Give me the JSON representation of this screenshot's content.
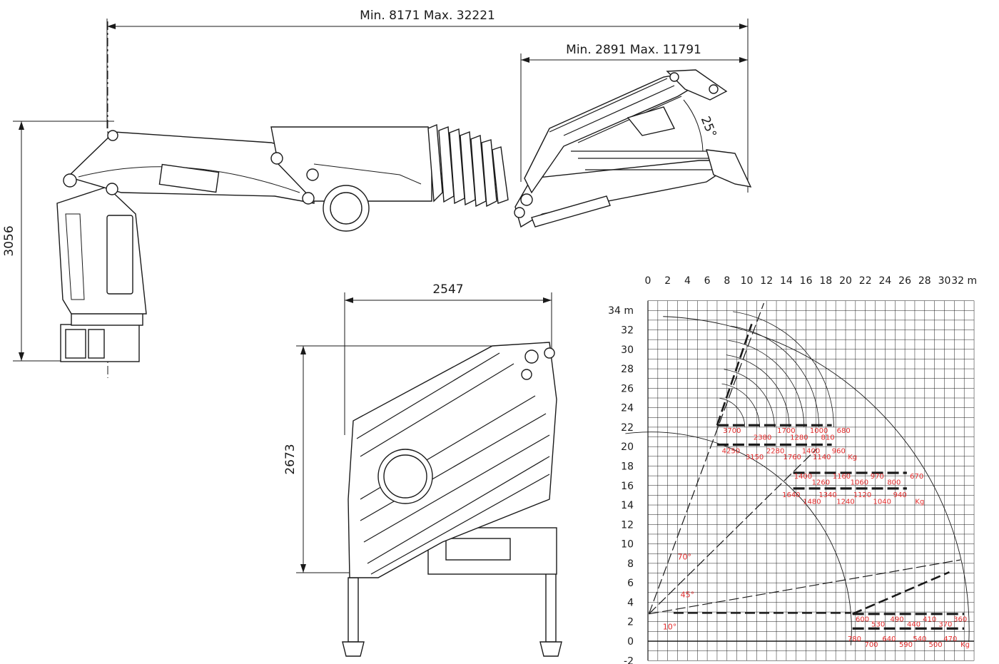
{
  "dimensions": {
    "overall_reach": "Min. 8171  Max. 32221",
    "jib_reach": "Min. 2891  Max. 11791",
    "column_height": "3056",
    "base_width": "2547",
    "folded_height": "2673",
    "jib_angle": "25°"
  },
  "chart_data": {
    "type": "load_chart",
    "x_ticks": [
      "0",
      "2",
      "4",
      "6",
      "8",
      "10",
      "12",
      "14",
      "16",
      "18",
      "20",
      "22",
      "24",
      "26",
      "28",
      "30",
      "32 m"
    ],
    "y_ticks": [
      "34 m",
      "32",
      "30",
      "28",
      "26",
      "24",
      "22",
      "20",
      "18",
      "16",
      "14",
      "12",
      "10",
      "8",
      "6",
      "4",
      "2",
      "0",
      "-2"
    ],
    "angles": [
      "70°",
      "45°",
      "10°"
    ],
    "load_rows": [
      {
        "values": [
          "3700",
          "1700",
          "1000",
          "680"
        ],
        "x": [
          8.5,
          14.0,
          17.3,
          19.8
        ],
        "y": 21.4
      },
      {
        "values": [
          "2380",
          "1280",
          "810"
        ],
        "x": [
          11.6,
          15.3,
          18.2
        ],
        "y": 20.7
      },
      {
        "values": [
          "4250",
          "2280",
          "1400",
          "960"
        ],
        "x": [
          8.4,
          12.9,
          16.5,
          19.3
        ],
        "y": 19.3
      },
      {
        "values": [
          "3150",
          "1760",
          "1140",
          "Kg"
        ],
        "x": [
          10.8,
          14.6,
          17.6,
          20.7
        ],
        "y": 18.7
      },
      {
        "values": [
          "1400",
          "1160",
          "970",
          "670"
        ],
        "x": [
          15.7,
          19.6,
          23.2,
          27.2
        ],
        "y": 16.7
      },
      {
        "values": [
          "1260",
          "1060",
          "800"
        ],
        "x": [
          17.5,
          21.4,
          24.9
        ],
        "y": 16.1
      },
      {
        "values": [
          "1640",
          "1340",
          "1120",
          "940"
        ],
        "x": [
          14.5,
          18.2,
          21.7,
          25.5
        ],
        "y": 14.8
      },
      {
        "values": [
          "1480",
          "1240",
          "1040",
          "Kg"
        ],
        "x": [
          16.6,
          20.0,
          23.7,
          27.5
        ],
        "y": 14.1
      },
      {
        "values": [
          "600",
          "490",
          "410",
          "360"
        ],
        "x": [
          21.7,
          25.2,
          28.5,
          31.6
        ],
        "y": 2.0
      },
      {
        "values": [
          "530",
          "440",
          "370"
        ],
        "x": [
          23.3,
          26.9,
          30.1
        ],
        "y": 1.5
      },
      {
        "values": [
          "780",
          "640",
          "540",
          "470"
        ],
        "x": [
          20.9,
          24.4,
          27.5,
          30.6
        ],
        "y": 0.0
      },
      {
        "values": [
          "700",
          "590",
          "500",
          "Kg"
        ],
        "x": [
          22.6,
          26.1,
          29.1,
          32.1
        ],
        "y": -0.6
      }
    ],
    "booms": [
      {
        "name": "",
        "angle_deg": 70,
        "reach": 34
      },
      {
        "name": "",
        "angle_deg": 45,
        "reach": 24
      },
      {
        "name": "",
        "angle_deg": 10,
        "reach": 32
      }
    ]
  }
}
